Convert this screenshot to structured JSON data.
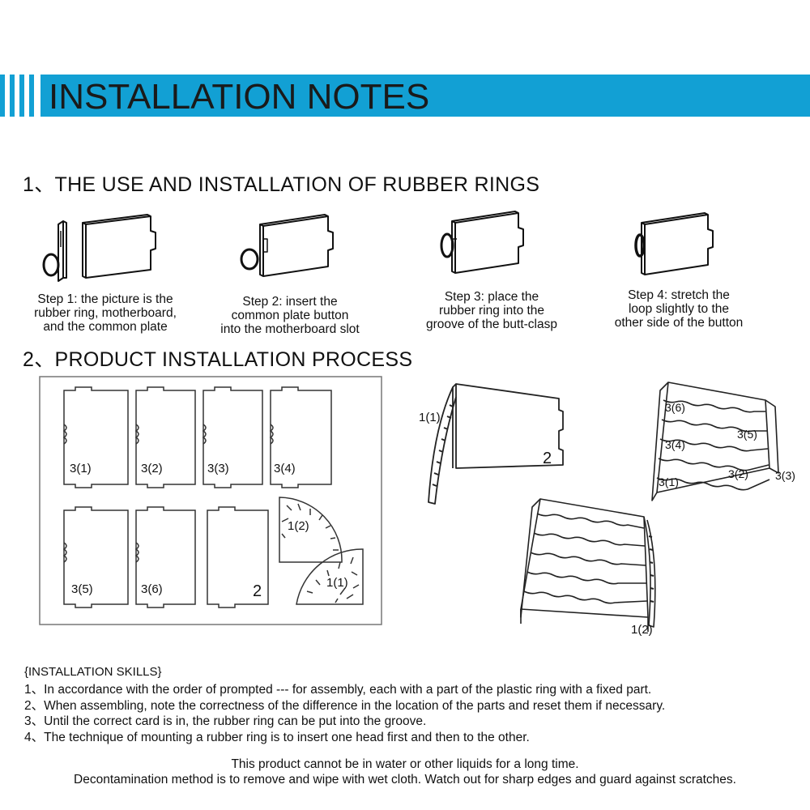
{
  "header": {
    "title": "INSTALLATION NOTES",
    "accent_color": "#12a0d4"
  },
  "section1": {
    "heading": "1、THE USE AND INSTALLATION OF RUBBER RINGS",
    "steps": [
      {
        "lines": [
          "Step 1: the picture is the",
          "rubber ring, motherboard,",
          "and the common plate"
        ]
      },
      {
        "lines": [
          "Step 2: insert the",
          "common plate button",
          "into the motherboard slot"
        ]
      },
      {
        "lines": [
          "Step 3: place the",
          "rubber ring into the",
          "groove of the butt-clasp"
        ]
      },
      {
        "lines": [
          "Step 4: stretch the",
          "loop slightly to the",
          "other side of the button"
        ]
      }
    ]
  },
  "section2": {
    "heading": "2、PRODUCT INSTALLATION PROCESS",
    "panel_labels": [
      "3(1)",
      "3(2)",
      "3(3)",
      "3(4)",
      "3(5)",
      "3(6)",
      "2"
    ],
    "fan_labels": [
      "1(2)",
      "1(1)"
    ],
    "assembly_a_labels": [
      "1(1)",
      "2"
    ],
    "assembly_b_labels": [
      "3(6)",
      "3(5)",
      "3(4)",
      "3(2)",
      "3(1)",
      "3(3)"
    ],
    "assembly_c_labels": [
      "1(2)"
    ]
  },
  "skills": {
    "title": "{INSTALLATION SKILLS}",
    "items": [
      "1、In accordance with the order of prompted --- for assembly, each with a part of the plastic ring with a fixed part.",
      "2、When assembling, note the correctness of the difference in the location of the parts and reset them if necessary.",
      "3、Until the correct card is in, the rubber ring can be put into the groove.",
      "4、The technique of mounting a rubber ring is to insert one head first and then to the other."
    ]
  },
  "footer": {
    "line1": "This product cannot be in water or other liquids for a long time.",
    "line2": "Decontamination method is to remove and wipe with wet cloth. Watch out for sharp edges and guard against scratches."
  }
}
